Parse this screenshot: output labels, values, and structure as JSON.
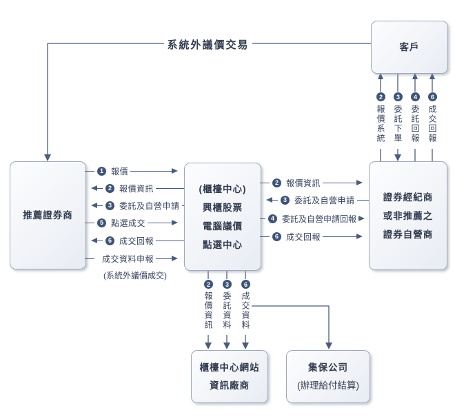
{
  "title": "系統外議價交易",
  "boxes": {
    "customer": {
      "label": "客戶"
    },
    "recommending_dealer": {
      "label": "推薦證券商"
    },
    "center": {
      "line1": "(櫃檯中心)",
      "line2": "興櫃股票",
      "line3": "電腦議價",
      "line4": "點選中心"
    },
    "broker": {
      "line1": "證券經紀商",
      "line2": "或非推薦之",
      "line3": "證券自營商"
    },
    "website": {
      "line1": "櫃檯中心網站",
      "line2": "資訊廠商"
    },
    "depository": {
      "line1": "集保公司",
      "line2": "(辦理給付結算)"
    }
  },
  "left_edges": [
    {
      "num": "1",
      "label": "報價",
      "direction": "right"
    },
    {
      "num": "2",
      "label": "報價資訊",
      "direction": "left"
    },
    {
      "num": "3",
      "label": "委託及自營申請",
      "direction": "left"
    },
    {
      "num": "5",
      "label": "點選成交",
      "direction": "right"
    },
    {
      "num": "6",
      "label": "成交回報",
      "direction": "left"
    },
    {
      "num": "",
      "label": "成交資料申報",
      "direction": "right",
      "sub_note": "(系統外議價成交)"
    }
  ],
  "right_edges": [
    {
      "num": "2",
      "label": "報價資訊",
      "direction": "right"
    },
    {
      "num": "3",
      "label": "委託及自營申請",
      "direction": "left"
    },
    {
      "num": "4",
      "label": "委託及自營申請回報",
      "direction": "right"
    },
    {
      "num": "6",
      "label": "成交回報",
      "direction": "right"
    }
  ],
  "customer_columns": [
    {
      "num": "2",
      "label": "報價系統",
      "direction": "up"
    },
    {
      "num": "3",
      "label": "委託下單",
      "direction": "down"
    },
    {
      "num": "4",
      "label": "委託回報",
      "direction": "up"
    },
    {
      "num": "6",
      "label": "成交回報",
      "direction": "up"
    }
  ],
  "bottom_columns": [
    {
      "num": "2",
      "label": "報價資訊",
      "direction": "down"
    },
    {
      "num": "3",
      "label": "委託資料",
      "direction": "down"
    },
    {
      "num": "6",
      "label": "成交資料",
      "direction": "down"
    }
  ],
  "colors": {
    "line": "#4a5c7d",
    "circle_fill": "#3e5476",
    "box_border": "#9fa9ba",
    "box_fill_top": "#fcfdfe",
    "box_fill_bottom": "#e8ecf3",
    "text": "#333c4f"
  }
}
